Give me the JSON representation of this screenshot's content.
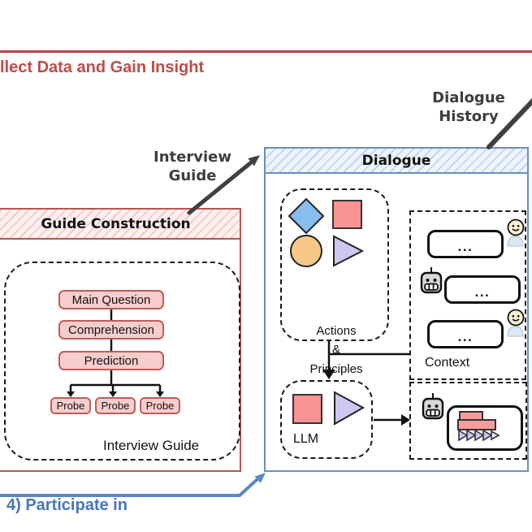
{
  "header": {
    "title_partial": "llect Data and Gain Insight"
  },
  "arrows": {
    "interview_guide": {
      "line1": "Interview",
      "line2": "Guide"
    },
    "dialogue_history": {
      "line1": "Dialogue",
      "line2": "History"
    }
  },
  "guide_construction": {
    "title": "Guide Construction",
    "flow_nodes": [
      "Main Question",
      "Comprehension",
      "Prediction"
    ],
    "probes": [
      "Probe",
      "Probe",
      "Probe"
    ],
    "caption": "Interview Guide"
  },
  "dialogue": {
    "title": "Dialogue",
    "actions_principles": {
      "line1": "Actions",
      "line2": "&",
      "line3": "Principles"
    },
    "bubbles": [
      "...",
      "...",
      "..."
    ],
    "context_label": "Context",
    "llm_label": "LLM"
  },
  "footer": {
    "participate": "4) Participate in"
  },
  "colors": {
    "accent_red": "#b85450",
    "node_fill": "#f8cecc",
    "accent_blue": "#6c8ebf",
    "arrow_blue": "#5b87c5",
    "title_red": "#bf4c49",
    "label_gray": "#3d3d3d",
    "shape_blue": "#87bdf1",
    "shape_red": "#fa9494",
    "shape_orange": "#f9c787",
    "shape_purple": "#cfc6f1"
  }
}
